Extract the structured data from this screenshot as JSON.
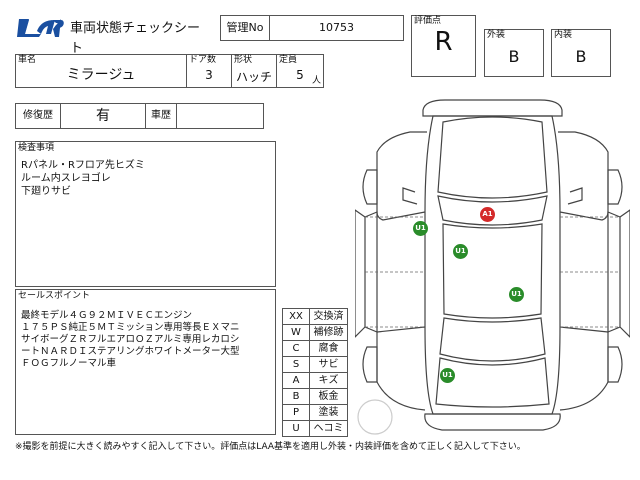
{
  "header": {
    "logo": "LAA",
    "title": "車両状態チェックシート",
    "management_label": "管理No",
    "management_no": "10753"
  },
  "rating": {
    "overall_label": "評価点",
    "overall": "R",
    "exterior_label": "外装",
    "exterior": "B",
    "interior_label": "内装",
    "interior": "B"
  },
  "vehicle": {
    "name_label": "車名",
    "name": "ミラージュ",
    "doors_label": "ドア数",
    "doors": "3",
    "shape_label": "形状",
    "shape": "ハッチ",
    "capacity_label": "定員",
    "capacity": "5",
    "capacity_unit": "人"
  },
  "repair": {
    "history_label": "修復歴",
    "history": "有",
    "vehicle_label": "車歴",
    "vehicle": ""
  },
  "inspection": {
    "label": "検査事項",
    "text": "Rパネル・Rフロア先ヒズミ\nルーム内スレヨゴレ\n下廻りサビ"
  },
  "selling_points": {
    "label": "セールスポイント",
    "text": "最終モデル４Ｇ９２ＭＩＶＥＣエンジン\n１７５ＰＳ純正５ＭＴミッション専用等長ＥＸマニ\nサイボーグＺＲフルエアロＯＺアルミ専用レカロシ\nートＮＡＲＤＩステアリングホワイトメーター大型\nＦＯＧフルノーマル車"
  },
  "legend": [
    {
      "code": "XX",
      "meaning": "交換済"
    },
    {
      "code": "W",
      "meaning": "補修跡"
    },
    {
      "code": "C",
      "meaning": "腐食"
    },
    {
      "code": "S",
      "meaning": "サビ"
    },
    {
      "code": "A",
      "meaning": "キズ"
    },
    {
      "code": "B",
      "meaning": "板金"
    },
    {
      "code": "P",
      "meaning": "塗装"
    },
    {
      "code": "U",
      "meaning": "ヘコミ"
    }
  ],
  "markers": {
    "m1": {
      "label": "A1",
      "color": "#d42a2a"
    },
    "m2": {
      "label": "U1",
      "color": "#2a8c2a"
    },
    "m3": {
      "label": "U1",
      "color": "#2a8c2a"
    },
    "m4": {
      "label": "U1",
      "color": "#2a8c2a"
    },
    "m5": {
      "label": "U1",
      "color": "#2a8c2a"
    }
  },
  "footer": "※撮影を前提に大きく読みやすく記入して下さい。評価点はLAA基準を適用し外装・内装評価を含めて正しく記入して下さい。"
}
